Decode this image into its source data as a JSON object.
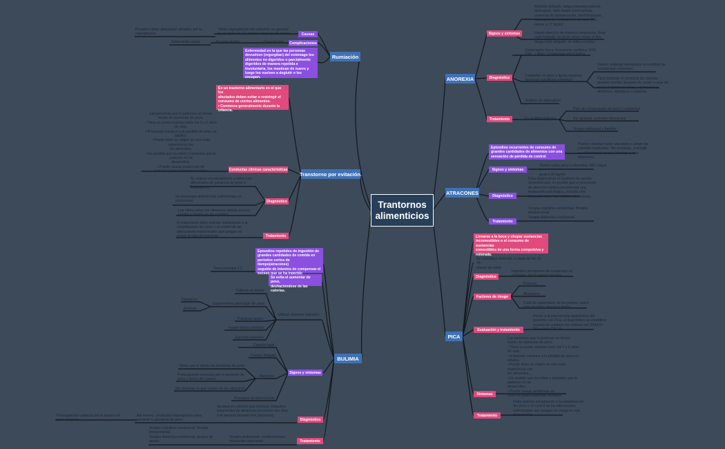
{
  "central": "Trantornos\nalimenticios",
  "rumiacion": {
    "title": "Rumiación",
    "causas": "Causas",
    "causas_text": "Tener regurgitación sin esfuerzo, en general\nen un lapso de 10 minutos después de comer",
    "causas_sub": "Presión o dolor abdominal aliviados por la\nregurgitación",
    "complicaciones": "Complicaciones",
    "comp_text": "Desnutrición",
    "comp_sub1": "Erosión dental",
    "comp_sub2": "Aislamiento social",
    "definition": "Enfermedad en la que las personas\ndevuelven (regurgitan) del estómago los\nalimentos no digeridos o parcialmente\ndigeridos de manera repetida e\ninvoluntaria, los mastican de nuevo y\nluego los vuelven a deglutir o los escupen."
  },
  "evitacion": {
    "title": "Transtorno por evitación.",
    "definition": "Es un trastorno alimentario en el que los\nafectados deben evitar o restringir el\nconsumo de ciertos alimentos.\n• Comienza generalmente durante la\ninfancia.",
    "conductas": "Conductas clínicas características",
    "conductas_text": "Las personas que lo padecen no tienen\nmiedo de aumentar de peso.\n• Tiene su punto máximo entre los 2 y 6 años\nde vida.\n• A menudo conduce a la pérdida de peso en\nadultos.\n• Puede tener su origen en una mala\nexperiencia con\nlos alimentos.\n• Es posible que los niños y lactantes que lo\npadecen no se\ndesarrollen.\n• Puede causar problemas de\nnutrición potencialmente mortales",
    "diagnostico": "Diagnóstico",
    "diag_text1": "Se realiza exclusivamente a niños con\ndificultades de ganancia de peso o\ncrecimiento.",
    "diag_text2": "Se presentan deficiencias nutricionales lo\npsicosocial.",
    "diag_text3": "Los niños evitan los alimentos debido al poco\napetito o interés en las comidas.",
    "tratamiento": "Tratamiento",
    "trat_text": "El tratamiento debe orientar inicialmente a la\nestabilización del peso y al control de las\nalteraciones nutricionales que pongan en\nriesgo la vida del paciente."
  },
  "bulimia": {
    "title": "BULIMIA",
    "def1": "Episodios repetidos de ingestión de\ngrandes cantidades de comida en\nperíodos cortos de tiempo(atracones)\nseguido de intentos de compensar el\nexceso que se ha ingerido",
    "tema": "Tema principal 1.1",
    "def2": "Se evita el aumentar de peso,\ndeshaciéndose de las calorías.",
    "metodos": "Utilizan distintos métodos:",
    "m1": "Inducen al vómito",
    "m2": "Suplementos para bajar de peso",
    "m2a": "Diuréticos",
    "m2b": "Enemas",
    "m3": "Practican ayuno",
    "m4": "Hacen dietas estrictas",
    "m5": "Ejercicio excesivo",
    "signos": "Signos y síntomas",
    "s1": "Cabello frágil",
    "s2": "Cuerpo delgado",
    "s3": "Mentales",
    "s3a": "Viven con el miedo de aumentar de peso",
    "s3b": "Preocupación excesiva por el aumento de\npeso y forma del cuerpo",
    "s3c": "No controlan lo que comen en los atracones",
    "s4": "Principios de desnutrición",
    "diagnostico": "Diagnóstico",
    "diag1": "Se basa en criterios que incluyen episodios\nrecurrentes de atracones (al menos dos días\na la semana durante tres semanas).",
    "diag2": "Así mismo, conductas inapropiadas para\nprevenir la ganancia de peso.",
    "diag3": "Preocupación continua por la forma o el\npeso corporal.",
    "tratamiento": "Tratamiento",
    "trat1": "Terapia profesional, medicamentos,\neducación nutricional",
    "trat2": "Terapia cognitivo-conductual. Terapia\ninterpersonal.\nTerapia dialéctica conductual. grupos de\napoyo."
  },
  "anorexia": {
    "title": "ANOREXIA",
    "signos": "Signos y síntomas",
    "signos_text1": "Aspecto delgado, fatiga,insomnio,mareos,\ndesmayos, vello suave como pelusa,\nausencia de menstruación, deshidratación,\nhinchazón de los brazos o piernas. IMC\nmenor a 17 kg/m2",
    "signos_text2": "Hacen ejercicio de manera compulsiva, lleva\nropa holgada, se pesa varias veces al día,\nmega estar delgado. se salta comidas",
    "diagnostico": "Diagnóstico",
    "diag1": "Exploración física, frecuencia cardiaca, HTA,\nPIEL, UÑAS, EXAMINAR ABDOMEN.",
    "diag2": "Controlan su peso y figura corporal,\nhaciendo sacrificios extremos",
    "diag2a": "Suelen restringir demasiado la cantidad de\ncomida que consumen.",
    "diag2b": "Para controlar el consumo de calorías,\npueden vomitar después de comer o usar de\nmodo indebido laxantes, suplementos\ndietéticos, diuréticos o enemas.",
    "diag3": "Análisis de laboratorio",
    "tratamiento": "Tratamiento",
    "trat": "Es multidisciplinaria",
    "trat1": "Plan de recuperación de peso y nutrientes",
    "trat2": "Ser gradual, controles frecuentes",
    "trat3": "Terapia individual y familiar"
  },
  "atracones": {
    "title": "ATRACONES",
    "def": "Episodios recurrentes de consumo de\ngrandes cantidades de alimentos con una\nsensación de pérdida de control",
    "def_text": "Pueden intentar hacer una dieta o comer las\ncomidas habituales. Sin embargo, restringir\nsu alimentación puede llevarles a más\natracones.",
    "signos": "Signos y síntomas",
    "signos_text": "Tienen sobre peso u obesidad, IMC mayor o\nigual a 30 kg/m2",
    "diagnostico": "Diagnóstico",
    "diag_text": "Para diagnosticar el trastorno de apetito\ndesenfrenado, es posible que el proveedor\nde atención médica recomienda una\nevaluación psicológica, incluida una\ndiscusión sobre los hábitos alimenticios",
    "tratamiento": "Tratamiento",
    "trat_text": "Terapia cognitivo-conductual. Terapia\ninterpersonal.\nTerapia dialéctica conductual."
  },
  "pica": {
    "title": "PICA",
    "def": "Llevarse a la boca y chupar sustancias\nincomestibles o el consumo de sustancias\ncomestibles de una forma compulsiva y\nreiterada.",
    "edad": "Se considera anómalo, a partir de los 18-24\nmeses de edad",
    "diagnostico": "Diagnóstico",
    "diag_text": "Ingestión persistente de sustancias no\nnutritivas, por lo menos un mes",
    "factores": "Factores de riesgo",
    "f1": "Pobreza",
    "f2": "Abandono",
    "f3": "Falta de supervisión de los padres, sobre\ntodo en niños descapacitados",
    "evaluacion": "Evaluación y tratamiento",
    "eval_text": "Previo a la intervención terapéutica del\npaciente con Pica, el diagnóstico se establece\ncuando se cumplen los criterios del DSM-IV-\nTR o de la CIE-10.",
    "sintomas": "Síntomas",
    "sint_text": "Las personas que lo padecen no tienen\nmiedo de aumentar de peso.\n• Tiene su punto máximo entre los 2 y 6 años\nde vida.\n• A menudo conduce a la pérdida de peso en\nadultos.\n• Puede tener su origen en una mala\nexperiencia con\nlos alimentos.\n• Es posible que los niños y lactantes que lo\npadecen no se\ndesarrollen.\n• Puede causar problemas de\nnutrición potencialmente mortales.",
    "tratamiento": "Tratamiento",
    "trat_text": "Debe orientar inicialmente a la estabilización\ndel peso y al control de las alteraciones\nnutricionales que pongan en riesgo la vida\ndel paciente."
  },
  "colors": {
    "background": "#3c4a5a",
    "central": "#283f59",
    "branch": "#3f72b4",
    "pink": "#e04a7d",
    "purple": "#8b50e0",
    "line": "#12161b"
  }
}
